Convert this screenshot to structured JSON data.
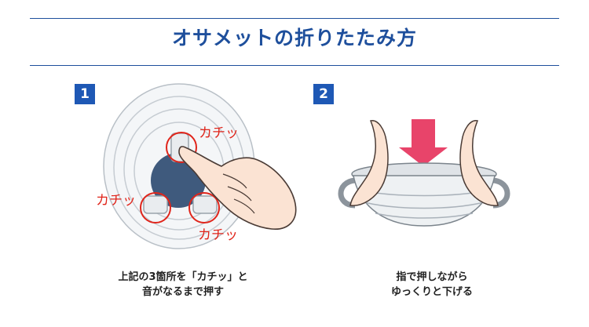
{
  "title": "オサメットの折りたたみ方",
  "steps": [
    {
      "number": "1",
      "callouts": [
        "カチッ",
        "カチッ",
        "カチッ"
      ],
      "caption_lines": [
        "上記の3箇所を「カチッ」と",
        "音がなるまで押す"
      ]
    },
    {
      "number": "2",
      "caption_lines": [
        "指で押しながら",
        "ゆっくりと下げる"
      ]
    }
  ],
  "colors": {
    "brand_blue": "#1e4f9c",
    "badge_blue": "#1e58b5",
    "callout_red": "#e0251b",
    "hub_navy": "#3f5a7d",
    "arrow_pink": "#e8446a"
  },
  "icons": [
    "hand-pressing-icon",
    "hands-folding-icon",
    "down-arrow-icon"
  ]
}
